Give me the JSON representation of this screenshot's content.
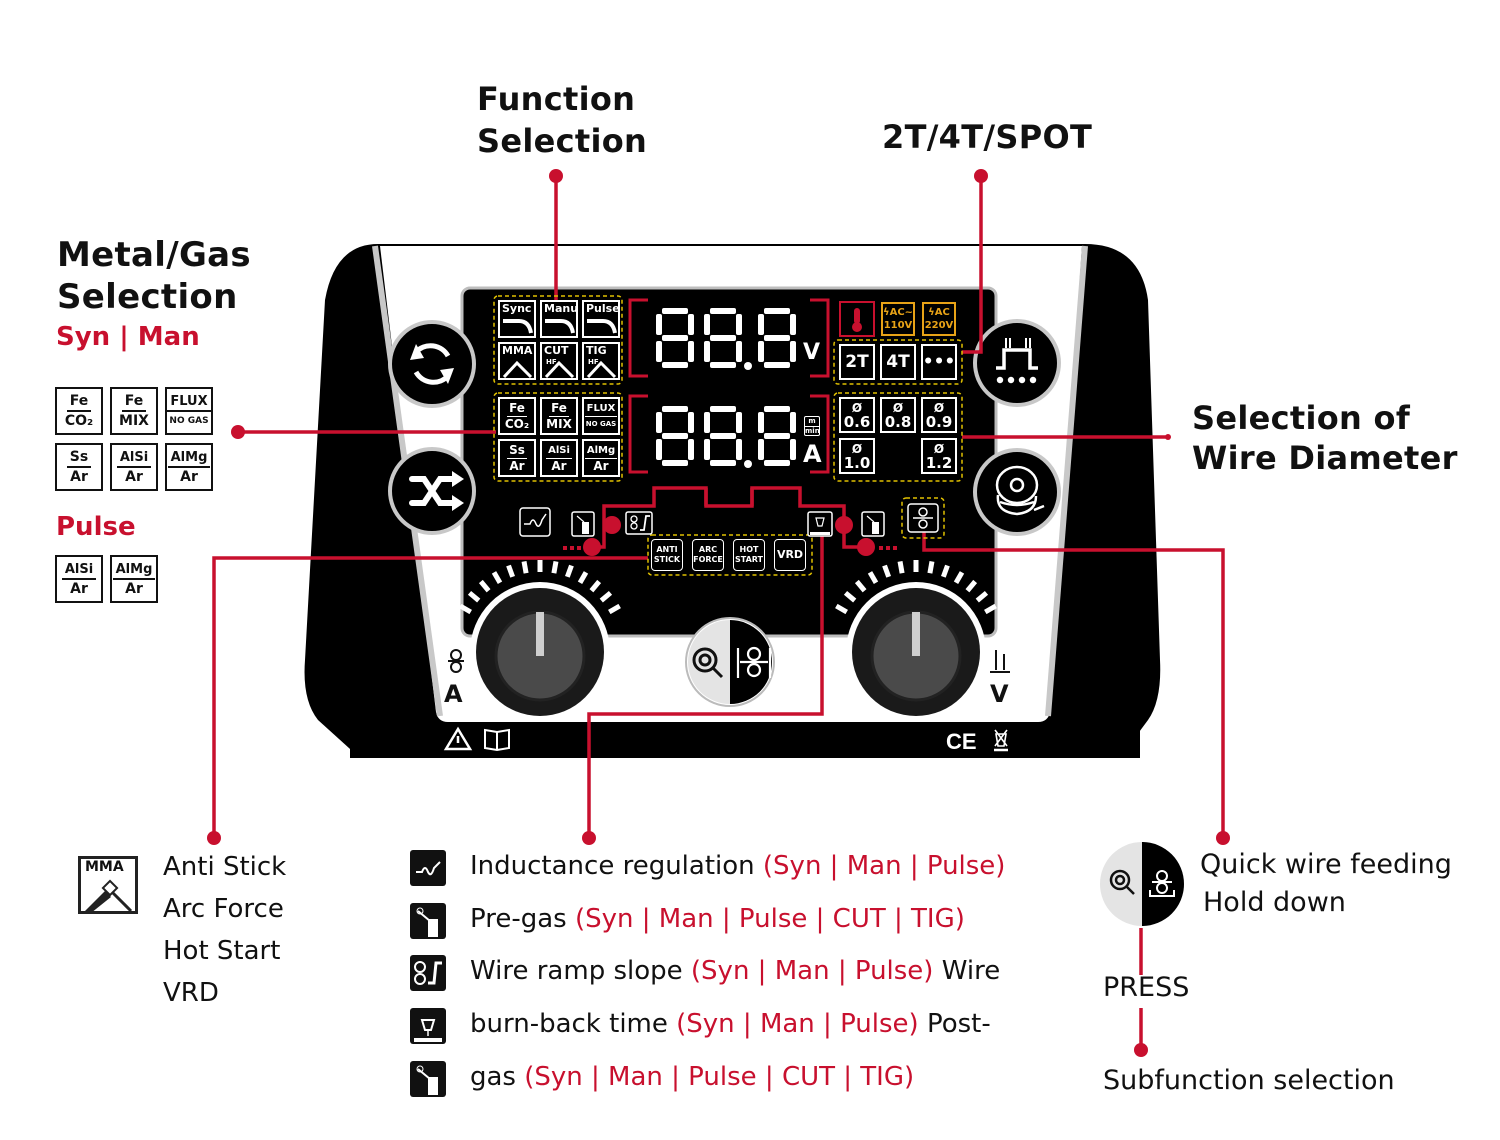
{
  "callouts": {
    "function_selection": [
      "Function",
      "Selection"
    ],
    "mode_2t4t": "2T/4T/SPOT",
    "metal_gas": {
      "title": [
        "Metal/Gas",
        "Selection"
      ],
      "syn_man_label": "Syn | Man",
      "syn_man_tiles": [
        {
          "top": "Fe",
          "bottom": "CO₂"
        },
        {
          "top": "Fe",
          "bottom": "MIX"
        },
        {
          "top": "FLUX",
          "bottom": "NO GAS"
        },
        {
          "top": "Ss",
          "bottom": "Ar"
        },
        {
          "top": "AlSi",
          "bottom": "Ar"
        },
        {
          "top": "AlMg",
          "bottom": "Ar"
        }
      ],
      "pulse_label": "Pulse",
      "pulse_tiles": [
        {
          "top": "AlSi",
          "bottom": "Ar"
        },
        {
          "top": "AlMg",
          "bottom": "Ar"
        }
      ]
    },
    "wire_diameter": [
      "Selection of",
      "Wire Diameter"
    ],
    "mma": {
      "icon_label": "MMA",
      "items": [
        "Anti Stick",
        "Arc Force",
        "Hot Start",
        "VRD"
      ]
    },
    "subfunctions": [
      {
        "icon": "inductance-icon",
        "text": "Inductance regulation ",
        "modes": "(Syn | Man | Pulse)",
        "tail": ""
      },
      {
        "icon": "pre-gas-icon",
        "text": "Pre-gas ",
        "modes": "(Syn | Man | Pulse | CUT | TIG)",
        "tail": ""
      },
      {
        "icon": "wire-ramp-icon",
        "text": "Wire ramp slope ",
        "modes": "(Syn | Man | Pulse)",
        "tail": " Wire"
      },
      {
        "icon": "burn-back-icon",
        "text": "burn-back time ",
        "modes": "(Syn | Man | Pulse)",
        "tail": " Post-"
      },
      {
        "icon": "post-gas-icon",
        "text": "gas ",
        "modes": "(Syn | Man | Pulse | CUT | TIG)",
        "tail": ""
      }
    ],
    "quick_wire": [
      "Quick wire feeding",
      "Hold down"
    ],
    "press": "PRESS",
    "subfunction_selection": "Subfunction selection"
  },
  "panel": {
    "function_tiles": [
      {
        "label": "Sync",
        "hf": ""
      },
      {
        "label": "Manu",
        "hf": ""
      },
      {
        "label": "Pulse",
        "hf": ""
      },
      {
        "label": "MMA",
        "hf": ""
      },
      {
        "label": "CUT",
        "hf": "HF"
      },
      {
        "label": "TIG",
        "hf": "HF"
      }
    ],
    "metal_tiles": [
      {
        "top": "Fe",
        "bottom": "CO₂"
      },
      {
        "top": "Fe",
        "bottom": "MIX"
      },
      {
        "top": "FLUX",
        "bottom": "NO GAS"
      },
      {
        "top": "Ss",
        "bottom": "Ar"
      },
      {
        "top": "AlSi",
        "bottom": "Ar"
      },
      {
        "top": "AlMg",
        "bottom": "Ar"
      }
    ],
    "display_top": {
      "value": "88.8",
      "unit": "V"
    },
    "display_bottom": {
      "value": "88.8",
      "unit": "A",
      "alt_unit_top": "m",
      "alt_unit_bottom": "min"
    },
    "indicators": [
      {
        "type": "overheat",
        "label": ""
      },
      {
        "type": "power",
        "line1": "ϟAC~",
        "line2": "110V"
      },
      {
        "type": "power",
        "line1": "ϟAC",
        "line2": "220V"
      }
    ],
    "mode_tiles": [
      "2T",
      "4T",
      "•••"
    ],
    "diameter_tiles": [
      {
        "symbol": "Ø",
        "value": "0.6"
      },
      {
        "symbol": "Ø",
        "value": "0.8"
      },
      {
        "symbol": "Ø",
        "value": "0.9"
      },
      {
        "symbol": "Ø",
        "value": "1.0"
      },
      {
        "symbol": "Ø",
        "value": "1.2"
      }
    ],
    "mma_sub_tiles": [
      {
        "line1": "ANTI",
        "line2": "STICK"
      },
      {
        "line1": "ARC",
        "line2": "FORCE"
      },
      {
        "line1": "HOT",
        "line2": "START"
      },
      {
        "line1": "VRD",
        "line2": ""
      }
    ],
    "left_knob_label": "A",
    "right_knob_label": "V",
    "ellipsis": "..."
  },
  "colors": {
    "accent_red": "#c8102e",
    "indicator_yellow": "#e8a317",
    "dashed_yellow": "#e0c000",
    "panel_black": "#000000"
  }
}
